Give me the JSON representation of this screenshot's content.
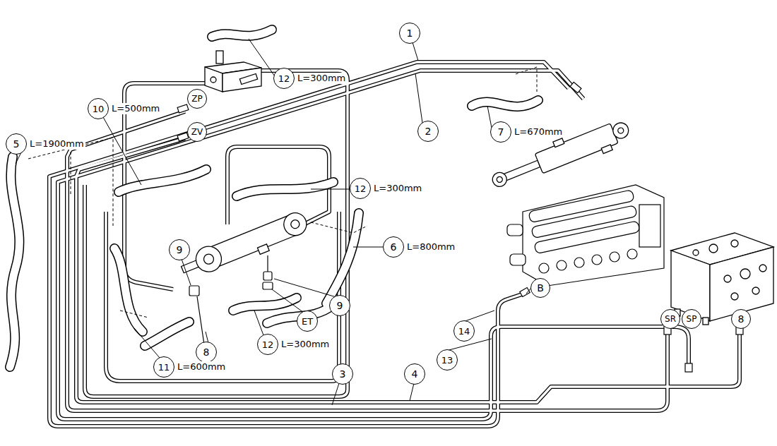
{
  "diagram": {
    "nodes": [
      {
        "text": [
          "1"
        ]
      },
      {
        "text": [
          "12",
          "L=300mm"
        ]
      },
      {
        "text": [
          "ZP"
        ]
      },
      {
        "text": [
          "10",
          "L=500mm"
        ]
      },
      {
        "text": [
          "ZV"
        ]
      },
      {
        "text": [
          "2"
        ]
      },
      {
        "text": [
          "7",
          "L=670mm"
        ]
      },
      {
        "text": [
          "5",
          "L=1900mm"
        ]
      },
      {
        "text": [
          "12",
          "L=300mm"
        ]
      },
      {
        "text": [
          "6",
          "L=800mm"
        ]
      },
      {
        "text": [
          "9"
        ]
      },
      {
        "text": [
          "B"
        ]
      },
      {
        "text": [
          "9"
        ]
      },
      {
        "text": [
          "SR"
        ]
      },
      {
        "text": [
          "SP"
        ]
      },
      {
        "text": [
          "ET"
        ]
      },
      {
        "text": [
          "8"
        ]
      },
      {
        "text": [
          "14"
        ]
      },
      {
        "text": [
          "12",
          "L=300mm"
        ]
      },
      {
        "text": [
          "8"
        ]
      },
      {
        "text": [
          "13"
        ]
      },
      {
        "text": [
          "11",
          "L=600mm"
        ]
      },
      {
        "text": [
          "3"
        ]
      },
      {
        "text": [
          "4"
        ]
      }
    ]
  }
}
